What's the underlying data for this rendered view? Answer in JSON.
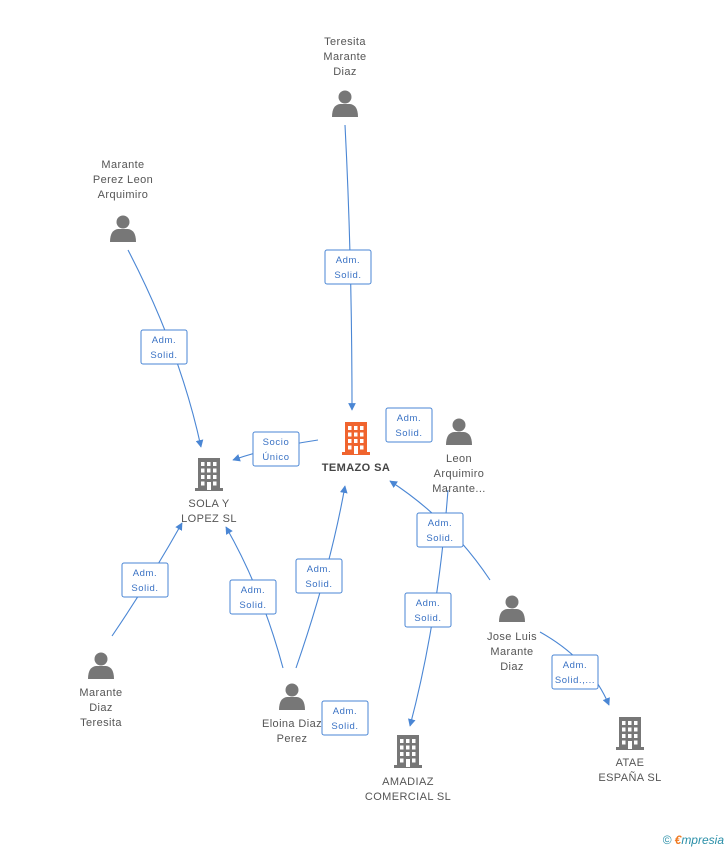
{
  "nodes": [
    {
      "id": "teresita_top",
      "type": "person",
      "lines": [
        "Teresita",
        "Marante",
        "Diaz"
      ]
    },
    {
      "id": "marante_perez",
      "type": "person",
      "lines": [
        "Marante",
        "Perez Leon",
        "Arquimiro"
      ]
    },
    {
      "id": "temazo",
      "type": "company",
      "main": true,
      "lines": [
        "TEMAZO SA"
      ]
    },
    {
      "id": "leon",
      "type": "person",
      "lines": [
        "Leon",
        "Arquimiro",
        "Marante..."
      ]
    },
    {
      "id": "sola",
      "type": "company",
      "lines": [
        "SOLA Y",
        "LOPEZ SL"
      ]
    },
    {
      "id": "jose_luis",
      "type": "person",
      "lines": [
        "Jose Luis",
        "Marante",
        "Diaz"
      ]
    },
    {
      "id": "marante_diaz",
      "type": "person",
      "lines": [
        "Marante",
        "Diaz",
        "Teresita"
      ]
    },
    {
      "id": "eloina",
      "type": "person",
      "lines": [
        "Eloina Diaz",
        "Perez"
      ]
    },
    {
      "id": "amadiaz",
      "type": "company",
      "lines": [
        "AMADIAZ",
        "COMERCIAL  SL"
      ]
    },
    {
      "id": "atae",
      "type": "company",
      "lines": [
        "ATAE",
        "ESPAÑA  SL"
      ]
    }
  ],
  "edges": [
    {
      "from": "teresita_top",
      "to": "temazo",
      "label": [
        "Adm.",
        "Solid."
      ]
    },
    {
      "from": "marante_perez",
      "to": "sola",
      "label": [
        "Adm.",
        "Solid."
      ]
    },
    {
      "from": "temazo",
      "to": "sola",
      "label": [
        "Socio",
        "Único"
      ]
    },
    {
      "from": "leon",
      "to": "temazo",
      "label": [
        "Adm.",
        "Solid."
      ]
    },
    {
      "from": "jose_luis",
      "to": "temazo",
      "label": [
        "Adm.",
        "Solid."
      ]
    },
    {
      "from": "leon",
      "to": "amadiaz",
      "label": [
        "Adm.",
        "Solid."
      ]
    },
    {
      "from": "jose_luis",
      "to": "atae",
      "label": [
        "Adm.",
        "Solid.,..."
      ]
    },
    {
      "from": "marante_diaz",
      "to": "sola",
      "label": [
        "Adm.",
        "Solid."
      ]
    },
    {
      "from": "eloina",
      "to": "sola",
      "label": [
        "Adm.",
        "Solid."
      ]
    },
    {
      "from": "eloina",
      "to": "temazo",
      "label": [
        "Adm.",
        "Solid."
      ]
    },
    {
      "from": "eloina",
      "to": "amadiaz",
      "label": [
        "Adm.",
        "Solid."
      ]
    }
  ],
  "footer": {
    "copyright": "©",
    "brand_initial": "€",
    "brand_rest": "mpresia"
  },
  "colors": {
    "edge": "#4a86d4",
    "node": "#777777",
    "main_company": "#f0642e",
    "badge_text": "#3a72c4"
  }
}
